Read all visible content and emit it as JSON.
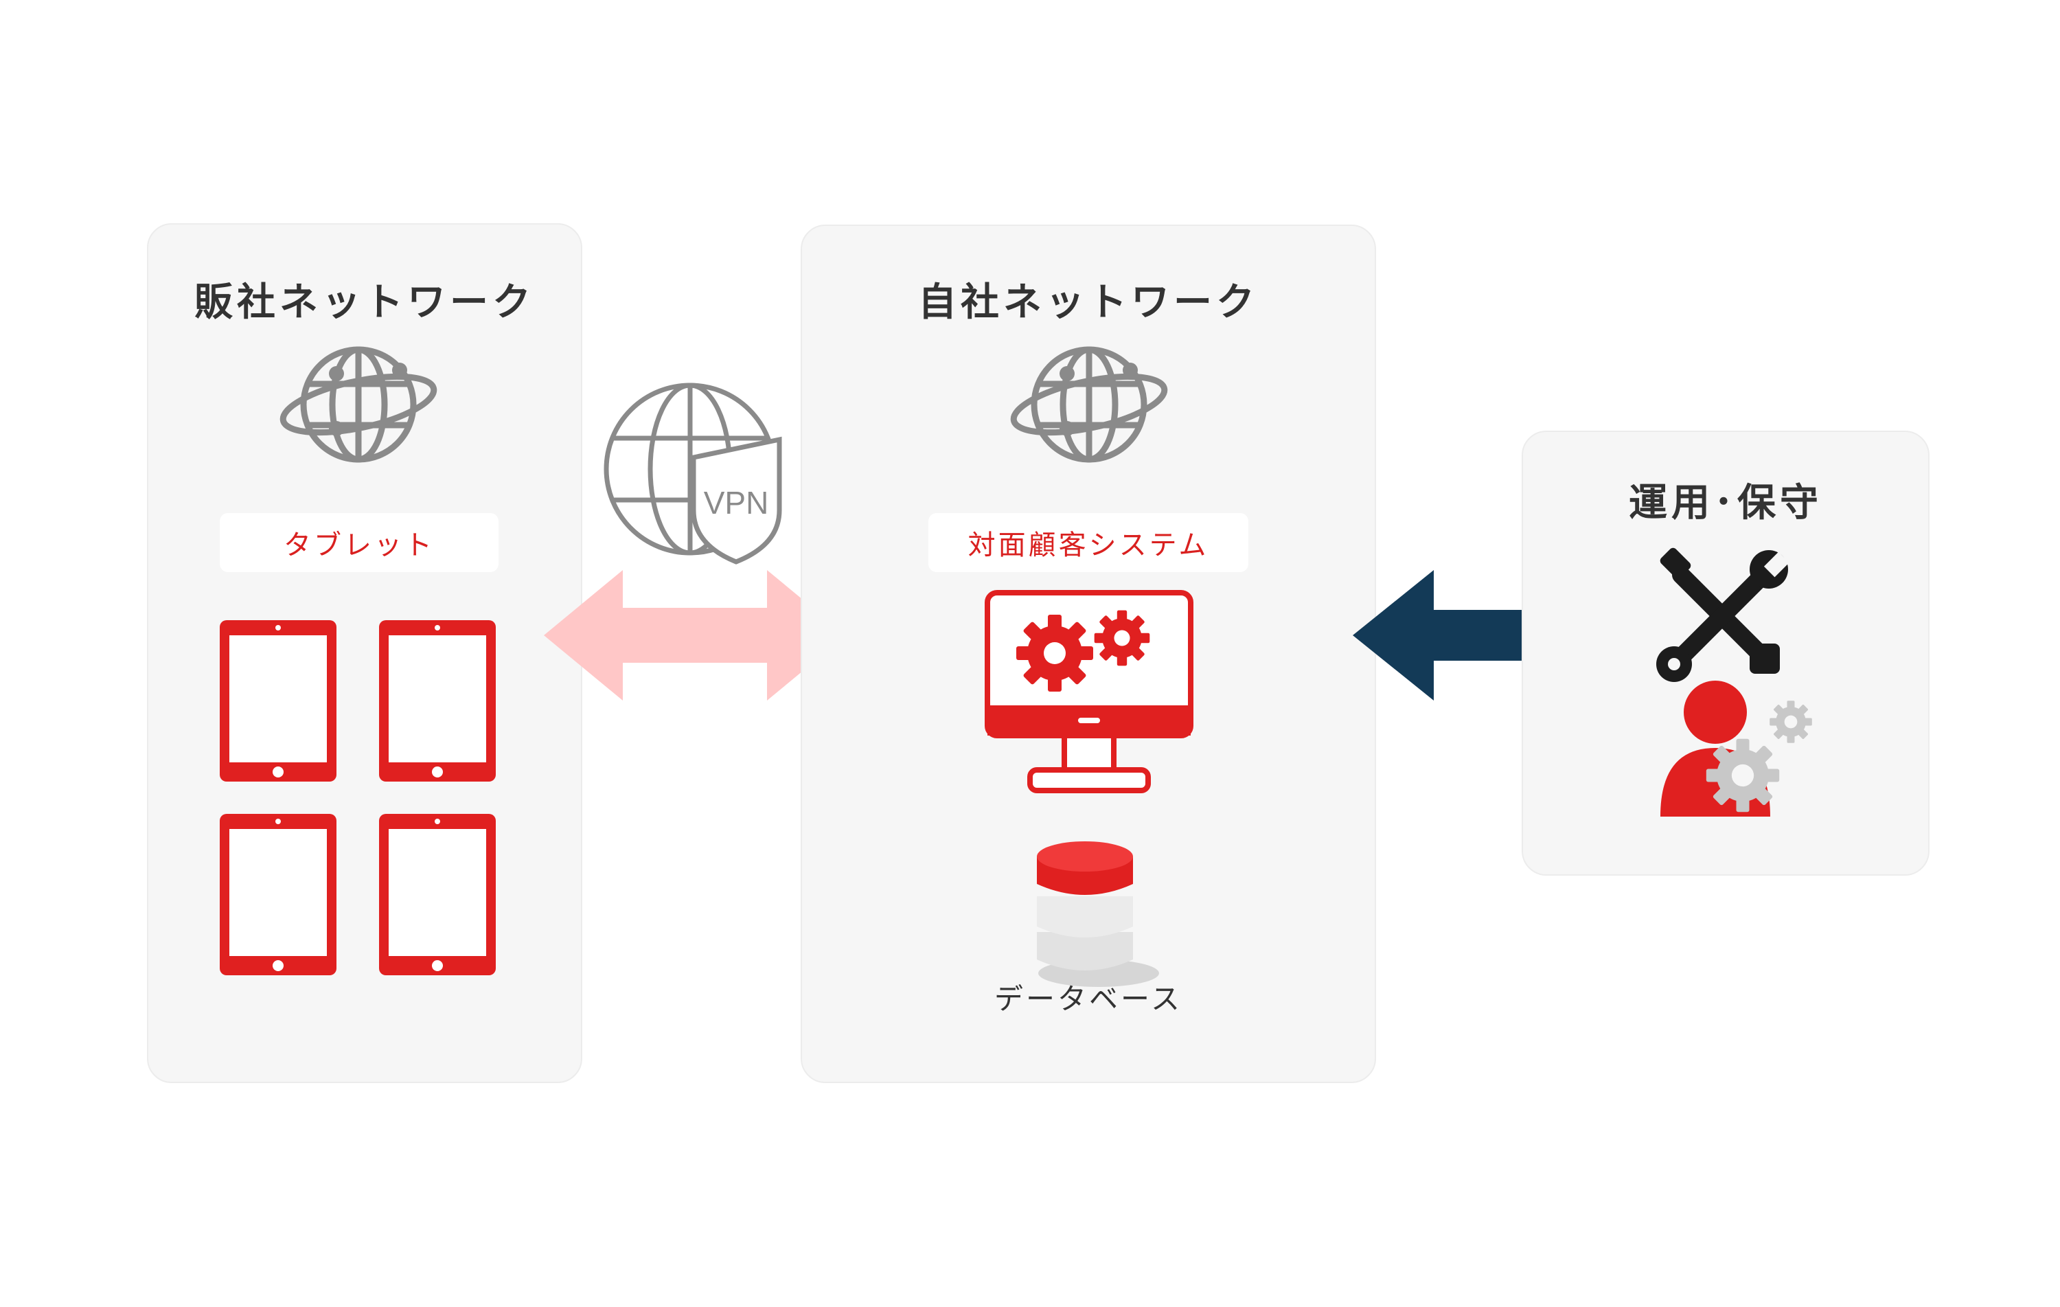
{
  "colors": {
    "accent_red": "#e02020",
    "panel_bg": "#f6f6f6",
    "globe_gray": "#8a8a8a",
    "arrow_pink": "#ffc7c7",
    "arrow_navy": "#133a57"
  },
  "left_panel": {
    "title": "販社ネットワーク",
    "label": "タブレット",
    "icons": [
      "globe-network-icon",
      "tablet-icon",
      "tablet-icon",
      "tablet-icon",
      "tablet-icon"
    ]
  },
  "connector": {
    "badge": "VPN",
    "icons": [
      "vpn-globe-shield-icon",
      "bidirectional-arrow-icon"
    ]
  },
  "center_panel": {
    "title": "自社ネットワーク",
    "label": "対面顧客システム",
    "database_label": "データベース",
    "icons": [
      "globe-network-icon",
      "monitor-gears-icon",
      "database-icon"
    ]
  },
  "right_panel": {
    "title": "運用･保守",
    "icons": [
      "tools-icon",
      "user-gears-icon"
    ]
  },
  "right_arrow": {
    "icon": "left-arrow-icon"
  }
}
